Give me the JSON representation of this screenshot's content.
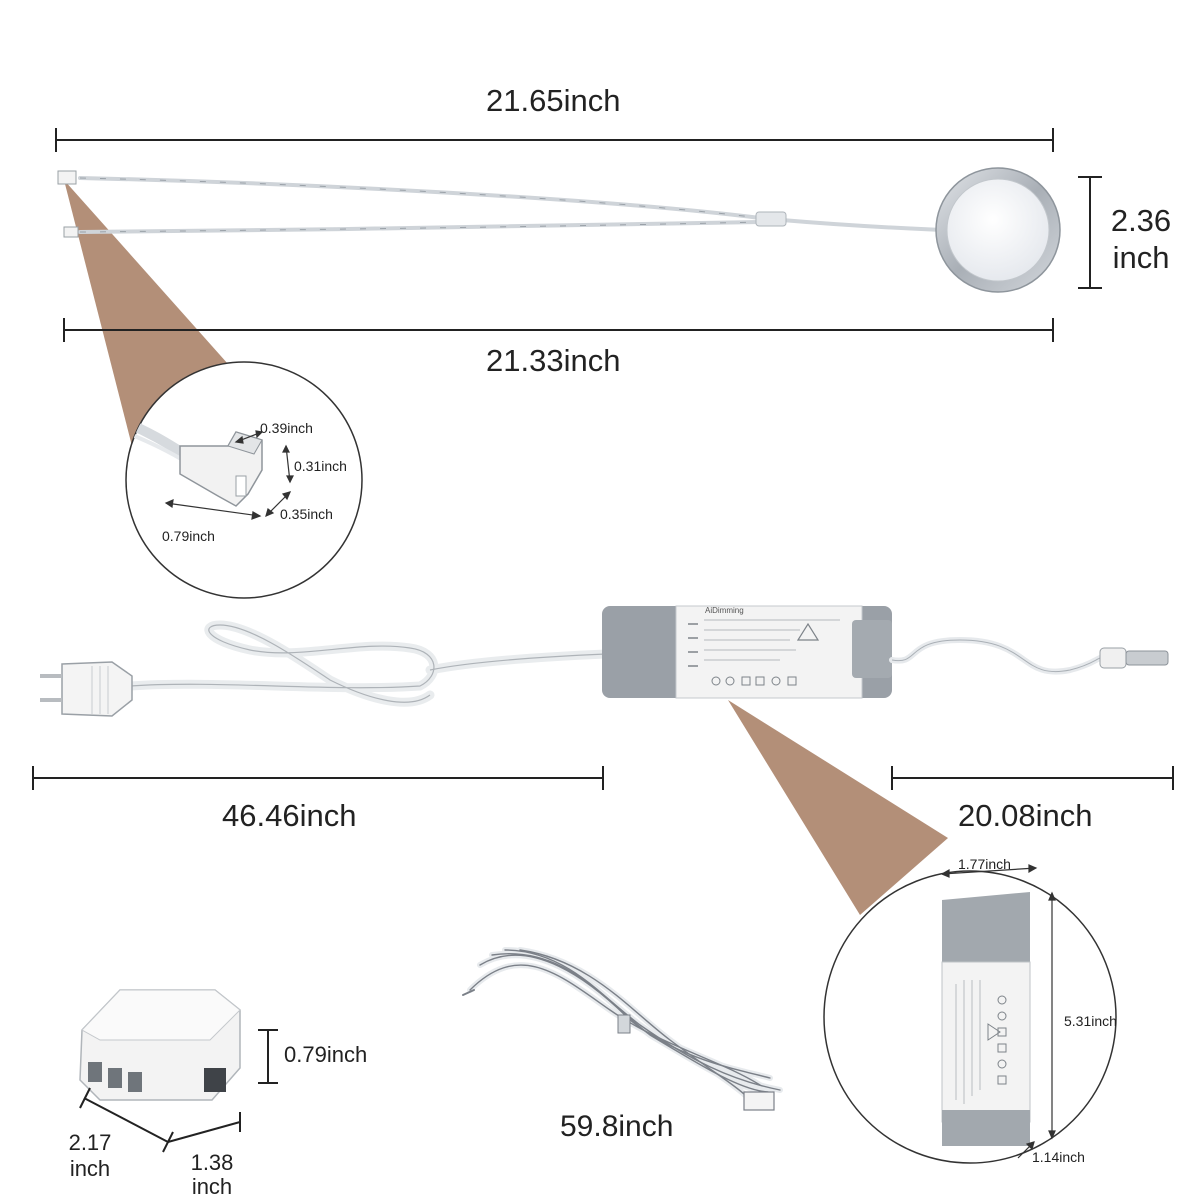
{
  "colors": {
    "line": "#222222",
    "callout": "#b38f78",
    "cable": "#d8dce0",
    "driver_gray": "#9a9fa6",
    "driver_white": "#f1f1f1",
    "puck_rim": "#b9bec4",
    "puck_face": "#f4f6f8"
  },
  "puck_light": {
    "total_length": "21.65inch",
    "cable_length": "21.33inch",
    "diameter_value": "2.36",
    "diameter_unit": "inch"
  },
  "connector_detail": {
    "width": "0.39inch",
    "height": "0.31inch",
    "depth": "0.35inch",
    "length": "0.79inch"
  },
  "driver": {
    "input_cord_length": "46.46inch",
    "output_cord_length": "20.08inch",
    "brand": "AiDimming",
    "detail_width": "1.77inch",
    "detail_length": "5.31inch",
    "detail_height": "1.14inch"
  },
  "extension_cable": {
    "length": "59.8inch"
  },
  "splitter_hub": {
    "height": "0.79inch",
    "length_value": "2.17",
    "length_unit": "inch",
    "width_value": "1.38",
    "width_unit": "inch"
  }
}
